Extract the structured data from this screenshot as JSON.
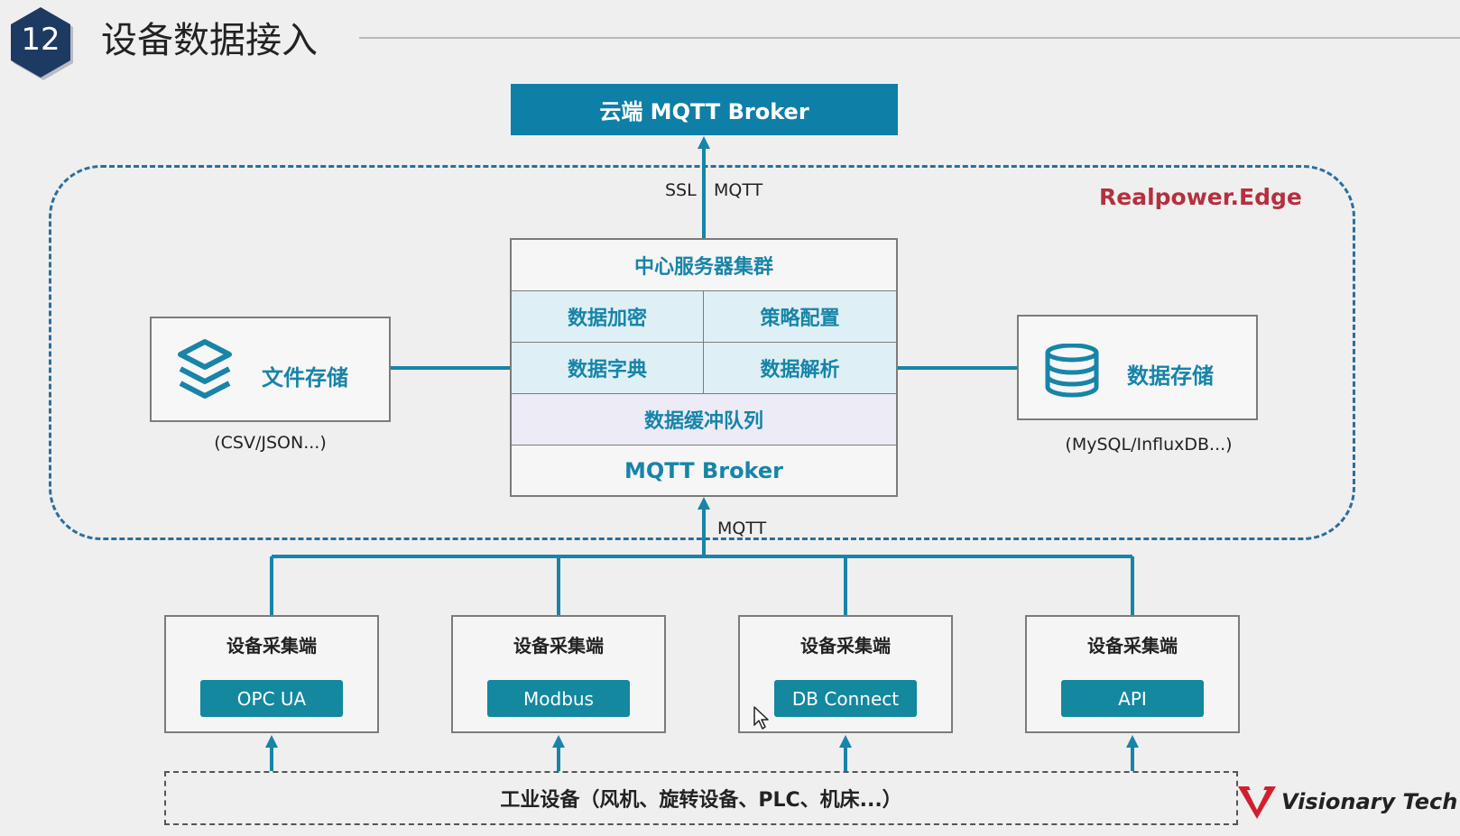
{
  "header": {
    "slide_number": "12",
    "title": "设备数据接入"
  },
  "cloud": {
    "label": "云端 MQTT Broker"
  },
  "edge": {
    "name": "Realpower.Edge",
    "uplink_labels": [
      "SSL",
      "MQTT"
    ],
    "downlink_label": "MQTT"
  },
  "cluster": {
    "title": "中心服务器集群",
    "cells": [
      "数据加密",
      "策略配置",
      "数据字典",
      "数据解析"
    ],
    "buffer": "数据缓冲队列",
    "broker": "MQTT Broker"
  },
  "file_storage": {
    "label": "文件存储",
    "sub": "(CSV/JSON...)",
    "icon": "layers-icon"
  },
  "data_storage": {
    "label": "数据存储",
    "sub": "(MySQL/InfluxDB...)",
    "icon": "database-icon"
  },
  "collectors": [
    {
      "title": "设备采集端",
      "protocol": "OPC UA"
    },
    {
      "title": "设备采集端",
      "protocol": "Modbus"
    },
    {
      "title": "设备采集端",
      "protocol": "DB Connect"
    },
    {
      "title": "设备采集端",
      "protocol": "API"
    }
  ],
  "industrial": {
    "label": "工业设备（风机、旋转设备、PLC、机床...）"
  },
  "brand": {
    "name": "Visionary Tech",
    "accent": "#d0202e"
  },
  "colors": {
    "primary": "#0e7fa6",
    "teal": "#13889f",
    "edge_frame": "#2b6e9c",
    "edge_name": "#b4303f"
  }
}
